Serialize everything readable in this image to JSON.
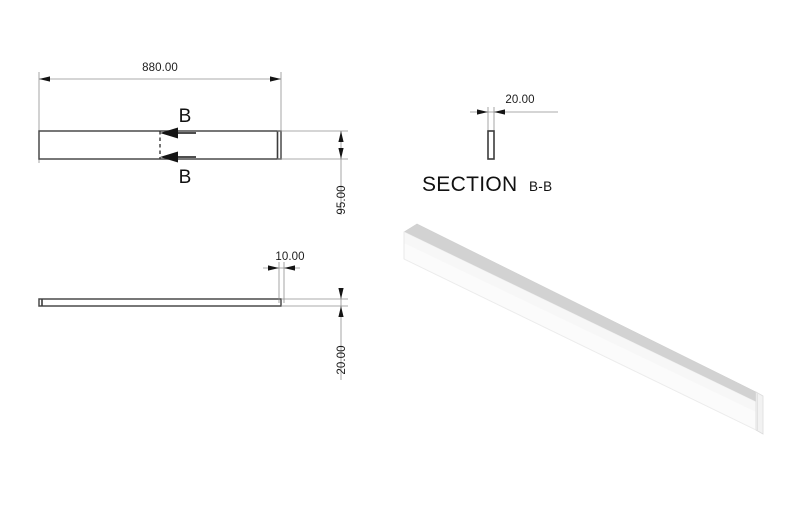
{
  "drawing": {
    "background_color": "#ffffff",
    "line_color": "#4a4a4a",
    "dim_line_color": "#8f8f8f",
    "text_color": "#1c1c1c",
    "shading_color": "#d2d2d2"
  },
  "views": {
    "top_view": {
      "name": "top-view",
      "length_dimension": "880.00",
      "width_dimension": "95.00",
      "section_mark_top": "B",
      "section_mark_bottom": "B"
    },
    "front_view": {
      "name": "front-view",
      "thickness_dimension": "10.00",
      "height_dimension": "20.00"
    },
    "section_view": {
      "name": "section-view",
      "title": "SECTION",
      "suffix": "B-B",
      "width_dimension": "20.00"
    },
    "iso_view": {
      "name": "isometric-view",
      "description": "3D flat bar"
    }
  }
}
